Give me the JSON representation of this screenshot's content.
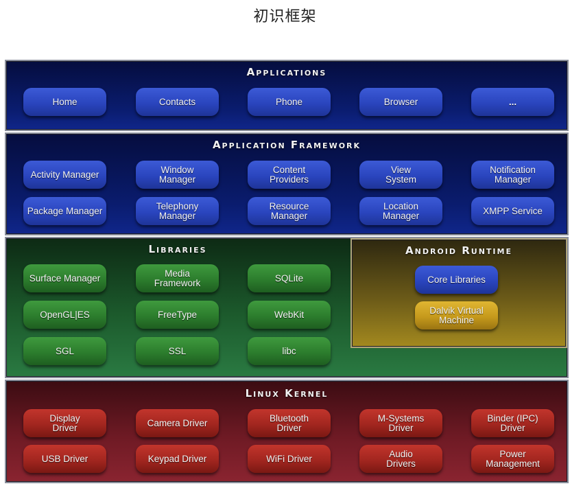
{
  "page": {
    "title": "初识框架"
  },
  "layers": {
    "applications": {
      "title": "Applications",
      "color": "#0a1c6e",
      "items": [
        "Home",
        "Contacts",
        "Phone",
        "Browser",
        "..."
      ]
    },
    "framework": {
      "title": "Application Framework",
      "color": "#0a1c6e",
      "items": [
        "Activity Manager",
        "Window\nManager",
        "Content\nProviders",
        "View\nSystem",
        "Notification\nManager",
        "Package Manager",
        "Telephony\nManager",
        "Resource\nManager",
        "Location\nManager",
        "XMPP Service"
      ]
    },
    "libraries": {
      "title": "Libraries",
      "color": "#1c5a2c",
      "items": [
        "Surface Manager",
        "Media\nFramework",
        "SQLite",
        "OpenGL|ES",
        "FreeType",
        "WebKit",
        "SGL",
        "SSL",
        "libc"
      ]
    },
    "runtime": {
      "title": "Android Runtime",
      "color": "#6b5a18",
      "items": [
        "Core Libraries",
        "Dalvik Virtual\nMachine"
      ]
    },
    "kernel": {
      "title": "Linux Kernel",
      "color": "#6e1a24",
      "items": [
        "Display\nDriver",
        "Camera Driver",
        "Bluetooth\nDriver",
        "M-Systems\nDriver",
        "Binder (IPC)\nDriver",
        "USB Driver",
        "Keypad Driver",
        "WiFi Driver",
        "Audio\nDrivers",
        "Power\nManagement"
      ]
    }
  }
}
